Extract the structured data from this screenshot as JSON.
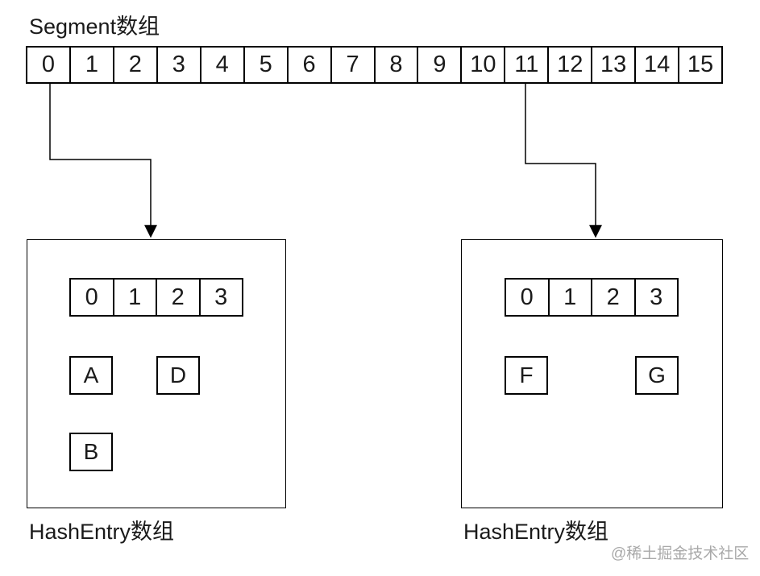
{
  "title": "Segment数组",
  "segment_array": {
    "cells": [
      "0",
      "1",
      "2",
      "3",
      "4",
      "5",
      "6",
      "7",
      "8",
      "9",
      "10",
      "11",
      "12",
      "13",
      "14",
      "15"
    ]
  },
  "left_bucket": {
    "label": "HashEntry数组",
    "array_cells": [
      "0",
      "1",
      "2",
      "3"
    ],
    "nodes": {
      "a": "A",
      "d": "D",
      "b": "B"
    }
  },
  "right_bucket": {
    "label": "HashEntry数组",
    "array_cells": [
      "0",
      "1",
      "2",
      "3"
    ],
    "nodes": {
      "f": "F",
      "g": "G"
    }
  },
  "watermark": "@稀土掘金技术社区",
  "colors": {
    "line": "#000000",
    "text": "#1a1a1a",
    "watermark": "#a9a9a9",
    "background": "#ffffff"
  }
}
